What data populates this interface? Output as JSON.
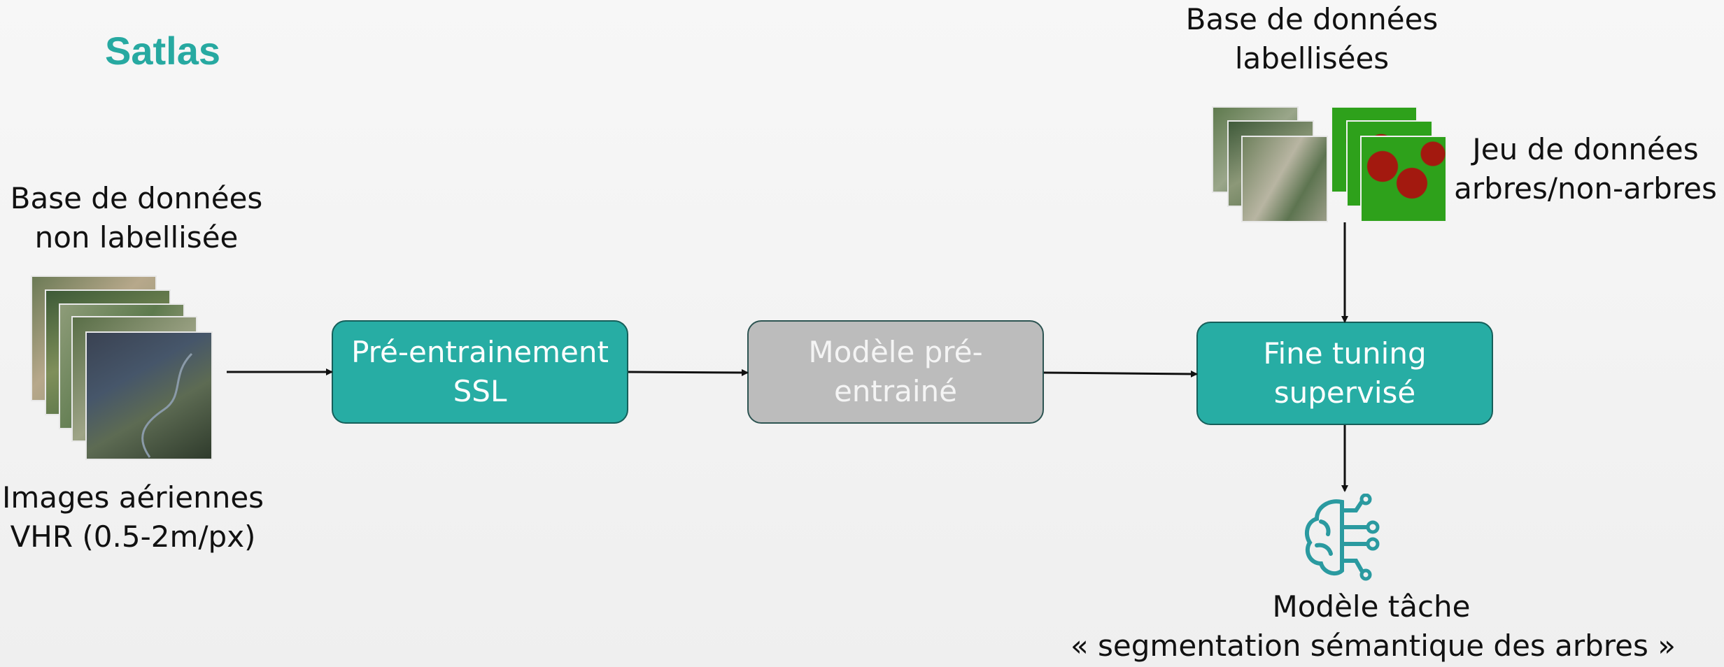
{
  "title": "Satlas",
  "unlabeled_db": {
    "line1": "Base de données",
    "line2": "non labellisée"
  },
  "aerial_images": {
    "line1": "Images aériennes",
    "line2": "VHR (0.5-2m/px)"
  },
  "ssl_box": {
    "line1": "Pré-entrainement",
    "line2": "SSL"
  },
  "pretrained_box": {
    "line1": "Modèle pré-",
    "line2": "entrainé"
  },
  "finetune_box": {
    "line1": "Fine tuning",
    "line2": "supervisé"
  },
  "labeled_db": {
    "line1": "Base de données",
    "line2": "labellisées"
  },
  "tree_dataset": {
    "line1": "Jeu de données",
    "line2": "arbres/non-arbres"
  },
  "task_model": {
    "line1": "Modèle tâche",
    "line2": "« segmentation sémantique des arbres »"
  },
  "colors": {
    "teal": "#27ada4",
    "title_teal": "#27a9a1",
    "gray_box": "#bcbcbc",
    "tree_green": "#2ea11b",
    "tree_red": "#a3190f",
    "brain_icon": "#2a9aa0"
  },
  "icons": {
    "brain": "brain-circuit-icon"
  }
}
